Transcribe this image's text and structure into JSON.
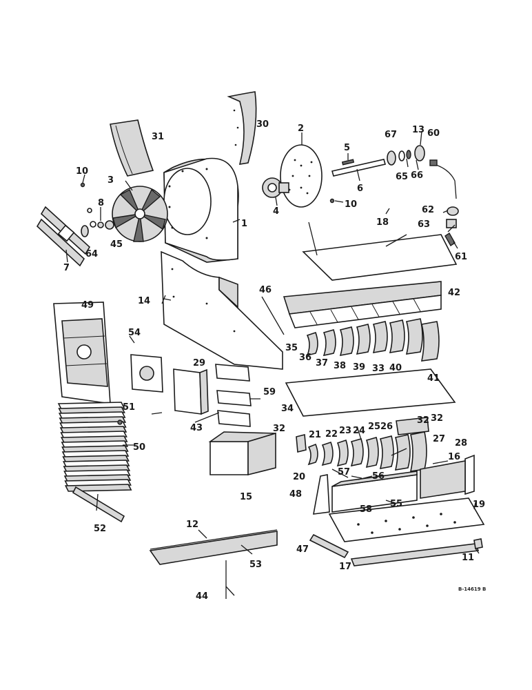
{
  "drawing_code": "B-14619 B",
  "callouts": [
    "1",
    "2",
    "3",
    "4",
    "5",
    "6",
    "7",
    "8",
    "10",
    "10",
    "11",
    "12",
    "13",
    "14",
    "15",
    "16",
    "17",
    "18",
    "19",
    "20",
    "21",
    "22",
    "23",
    "24",
    "25",
    "26",
    "27",
    "28",
    "29",
    "30",
    "31",
    "32",
    "32",
    "32",
    "33",
    "34",
    "35",
    "36",
    "37",
    "38",
    "39",
    "40",
    "41",
    "42",
    "43",
    "44",
    "45",
    "46",
    "47",
    "48",
    "49",
    "50",
    "51",
    "52",
    "53",
    "54",
    "55",
    "56",
    "57",
    "58",
    "59",
    "60",
    "61",
    "62",
    "63",
    "64",
    "65",
    "66",
    "67"
  ]
}
